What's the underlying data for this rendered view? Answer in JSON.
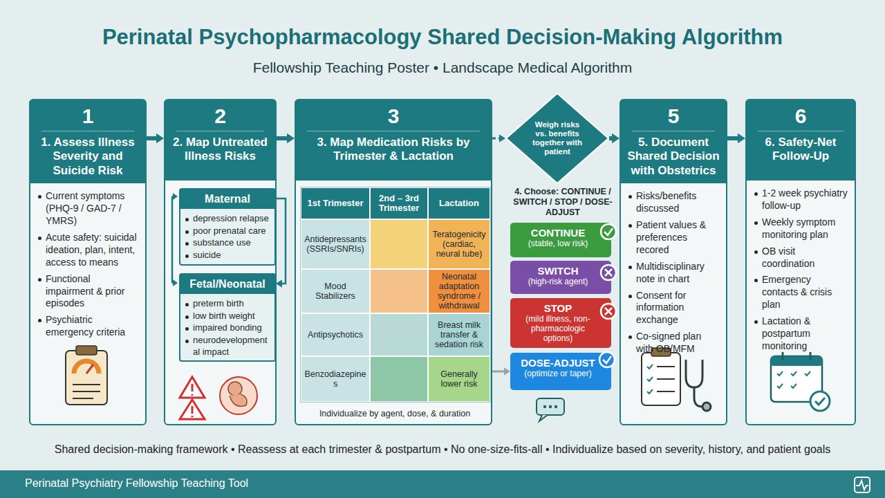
{
  "diagram": {
    "title": "Perinatal Psychopharmacology Shared Decision-Making Algorithm",
    "caption": "Shared decision-making framework • Reassess at each trimester & postpartum • No one-size-fits-all • Individualize based on severity, history, and patient goals",
    "nodes": [
      {
        "text": [
          "1",
          "1. Assess Illness Severity and Suicide Risk",
          "Current symptoms (PHQ-9 / GAD-7 / YMRS)",
          "Acute safety: suicidal ideation, plan, intent, access to means",
          "Functional impairment & prior episodes",
          "Psychiatric emergency criteria"
        ]
      },
      {
        "text": [
          "2",
          "2. Map Untreated Illness Risks"
        ]
      },
      {
        "text": [
          "Maternal",
          "depression relapse",
          "poor prenatal care",
          "substance use",
          "suicide"
        ],
        "in": 1
      },
      {
        "text": [
          "Fetal/Neonatal",
          "preterm birth",
          "low birth weight",
          "impaired bonding",
          "neurodevelopmental impact"
        ],
        "in": 1
      },
      {
        "text": [
          "3",
          "3. Map Medication Risks by Trimester & Lactation"
        ]
      },
      {
        "text": [
          "Weigh risks vs. benefits together with patient"
        ]
      },
      {
        "text": [
          "CONTINUE",
          "(stable, low risk)"
        ]
      },
      {
        "text": [
          "SWITCH",
          "(high-risk agent)"
        ]
      },
      {
        "text": [
          "STOP",
          "(mild illness, non-pharmacologic options)"
        ]
      },
      {
        "text": [
          "DOSE-ADJUST",
          "(optimize or taper)"
        ]
      },
      {
        "text": [
          "5",
          "5. Document Shared Decision with Obstetrics",
          "Risks/benefits discussed",
          "Patient values & preferences recored",
          "Multidisciplinary note in chart",
          "Consent for information exchange",
          "Co-signed plan with OB/MFM"
        ]
      },
      {
        "text": [
          "6",
          "6. Safety-Net Follow-Up",
          "1-2 week psychiatry follow-up",
          "Weekly symptom monitoring plan",
          "OB visit coordination",
          "Emergency contacts & crisis plan",
          "Lactation & postpartum monitoring"
        ]
      },
      {
        "text": [
          "Perinatal Psychiatry Fellowship Teaching Tool"
        ]
      }
    ],
    "edges": [
      {
        "from": 0,
        "to": 1,
        "arrow": "to"
      },
      {
        "from": 1,
        "to": 4,
        "arrow": "to"
      },
      {
        "from": 4,
        "to": 5,
        "arrow": "to"
      },
      {
        "from": 5,
        "to": 10,
        "arrow": "to"
      },
      {
        "from": 10,
        "to": 11,
        "arrow": "to"
      },
      {
        "from": 2,
        "to": 3,
        "arrow": "to"
      },
      {
        "from": 4,
        "to": 9,
        "arrow": "to"
      }
    ],
    "labels": [
      "Fellowship Teaching Poster • Landscape Medical Algorithm",
      "1st Trimester",
      "2nd – 3rd Trimester",
      "Lactation",
      "Antidepressants (SSRIs/SNRIs)",
      "Teratogenicity (cardiac, neural tube)",
      "Mood Stabilizers",
      "Neonatal adaptation syndrome / withdrawal",
      "Antipsychotics",
      "Breast milk transfer & sedation risk",
      "Benzodiazepines",
      "Generally lower risk",
      "Individualize by agent, dose, & duration",
      "4. Choose: CONTINUE / SWITCH / STOP / DOSE-ADJUST"
    ]
  }
}
